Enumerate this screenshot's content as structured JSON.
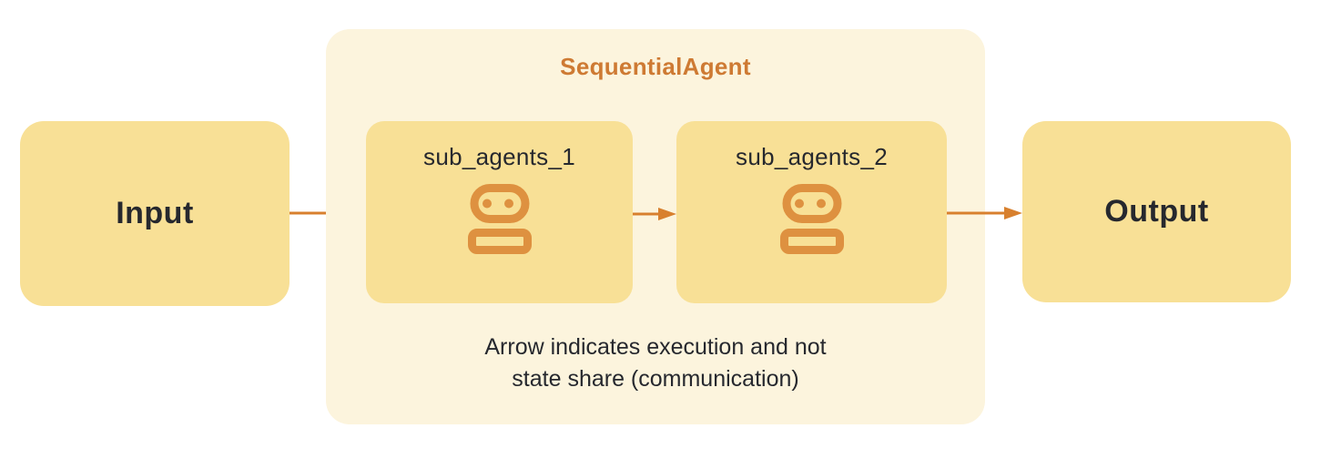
{
  "colors": {
    "accent_orange": "#CE7A33",
    "arrow_orange": "#D8802E",
    "icon_orange": "#DE9140",
    "box_yellow": "#F8E096",
    "container_cream": "#FCF4DD",
    "text_dark": "#26282E",
    "background": "#FFFFFF"
  },
  "diagram": {
    "input_label": "Input",
    "output_label": "Output",
    "container_title": "SequentialAgent",
    "sub_agents": [
      {
        "label": "sub_agents_1",
        "icon": "robot-icon"
      },
      {
        "label": "sub_agents_2",
        "icon": "robot-icon"
      }
    ],
    "note_lines": [
      "Arrow indicates execution and not",
      "state share (communication)"
    ]
  }
}
